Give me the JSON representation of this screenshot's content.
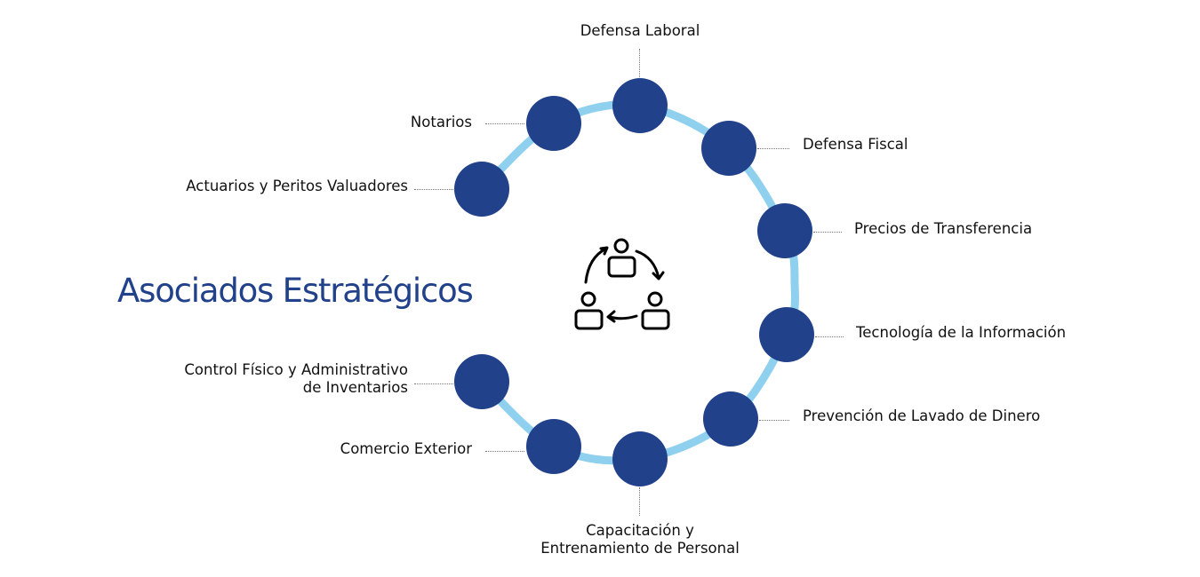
{
  "title": "Asociados Estratégicos",
  "colors": {
    "node": "#21418a",
    "ring": "#8fd0ee",
    "title": "#21418a"
  },
  "center_icon": "team-collaboration-cycle-icon",
  "partners": [
    {
      "label": "Defensa Laboral"
    },
    {
      "label": "Defensa Fiscal"
    },
    {
      "label": "Precios de Transferencia"
    },
    {
      "label": "Tecnología de la Información"
    },
    {
      "label": "Prevención de Lavado de Dinero"
    },
    {
      "label_line1": "Capacitación y",
      "label_line2": "Entrenamiento de Personal"
    },
    {
      "label": "Comercio Exterior"
    },
    {
      "label_line1": "Control Físico y Administrativo",
      "label_line2": "de Inventarios"
    },
    {
      "label": "Actuarios y Peritos Valuadores"
    },
    {
      "label": "Notarios"
    }
  ]
}
